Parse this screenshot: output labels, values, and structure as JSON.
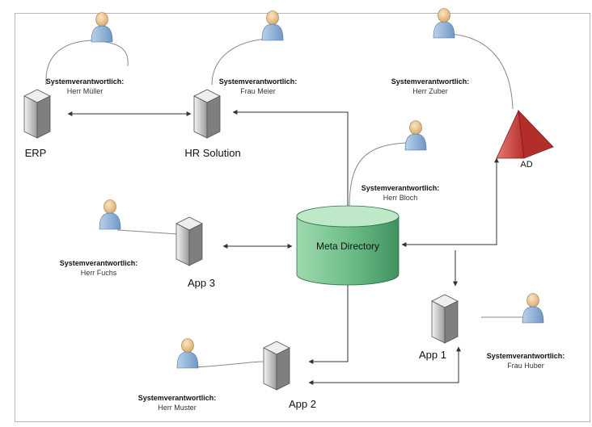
{
  "nodes": {
    "erp": {
      "label": "ERP"
    },
    "hr": {
      "label": "HR Solution"
    },
    "ad": {
      "label": "AD"
    },
    "meta": {
      "label": "Meta Directory"
    },
    "app1": {
      "label": "App 1"
    },
    "app2": {
      "label": "App 2"
    },
    "app3": {
      "label": "App 3"
    }
  },
  "owners": [
    {
      "title": "Systemverantwortlich:",
      "name": "Herr Müller"
    },
    {
      "title": "Systemverantwortlich:",
      "name": "Frau Meier"
    },
    {
      "title": "Systemverantwortlich:",
      "name": "Herr Zuber"
    },
    {
      "title": "Systemverantwortlich:",
      "name": "Herr Bloch"
    },
    {
      "title": "Systemverantwortlich:",
      "name": "Herr Fuchs"
    },
    {
      "title": "Systemverantwortlich:",
      "name": "Frau Huber"
    },
    {
      "title": "Systemverantwortlich:",
      "name": "Herr Muster"
    }
  ],
  "colors": {
    "person_body": "#8fb3d9",
    "person_head": "#f2cf9a",
    "server": "#d6d6d6",
    "database": "#6fbf8a",
    "pyramid": "#d9534f",
    "connector": "#555555"
  }
}
